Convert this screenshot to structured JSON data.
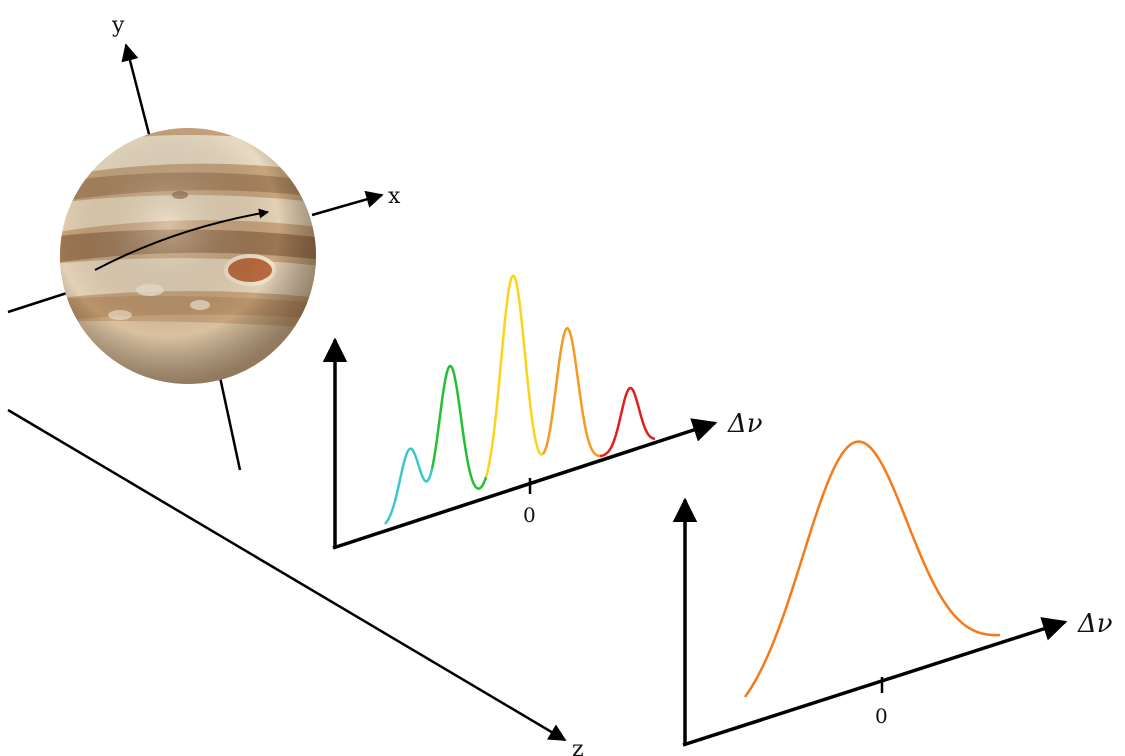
{
  "axes3d": {
    "x_label": "x",
    "y_label": "y",
    "z_label": "z"
  },
  "spectrum_multi": {
    "axis_label": "Δν",
    "zero_label": "0",
    "line_colors": [
      "#3cc6cf",
      "#22c032",
      "#ffd21a",
      "#f59a22",
      "#e0201c"
    ]
  },
  "spectrum_single": {
    "axis_label": "Δν",
    "zero_label": "0",
    "line_color": "#f57a1a"
  },
  "planet": {
    "icon": "jupiter-globe",
    "colors": {
      "light": "#ece1cb",
      "mid": "#c7a47d",
      "dark": "#8c6242",
      "spot": "#b86a3e"
    }
  }
}
